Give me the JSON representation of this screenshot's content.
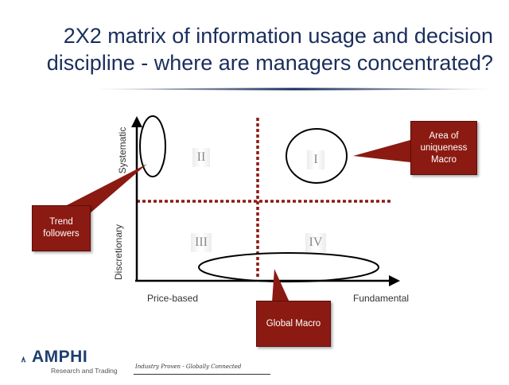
{
  "title": {
    "line1": "2X2 matrix of information usage and decision",
    "line2": "discipline - where are managers concentrated?"
  },
  "axes": {
    "x_low": "Price-based",
    "x_high": "Fundamental",
    "y_high": "Systematic",
    "y_low": "Discretionary"
  },
  "quadrants": {
    "q1": "I",
    "q2": "II",
    "q3": "III",
    "q4": "IV"
  },
  "callouts": {
    "trend": {
      "line1": "Trend",
      "line2": "followers"
    },
    "macro": {
      "line1": "Area of",
      "line2": "uniqueness",
      "line3": "Macro"
    },
    "global": {
      "text": "Global Macro"
    }
  },
  "footer": {
    "logo_name": "AMPHI",
    "logo_sub": "Research and Trading",
    "tagline": "Industry Proven - Globally Connected"
  },
  "colors": {
    "title": "#1a2e5c",
    "callout": "#8b1a12",
    "divider": "#8b1a12",
    "axis": "#000000"
  }
}
